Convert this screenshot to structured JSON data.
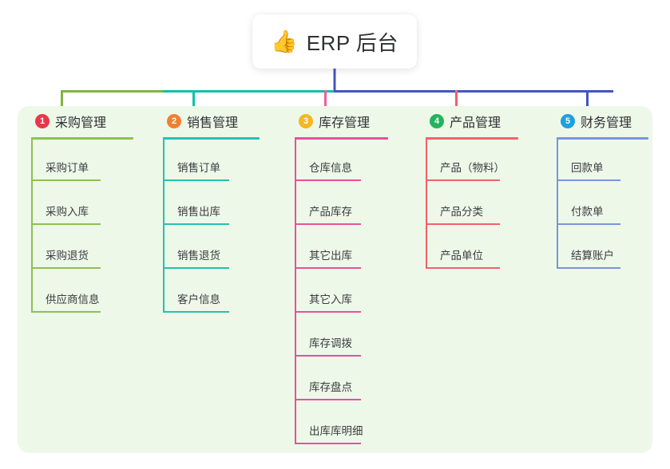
{
  "root": {
    "icon": "thumbs-up-icon",
    "emoji": "👍",
    "title": "ERP 后台"
  },
  "theme": {
    "page_background": "#ffffff",
    "panel_background": "#eef8e9",
    "card_background": "#ffffff",
    "text_color": "#2f3133",
    "root_connector_color": "#4254c5"
  },
  "connector_segments": [
    {
      "name": "segment-green",
      "color": "#7fb53f"
    },
    {
      "name": "segment-teal",
      "color": "#16bfab"
    },
    {
      "name": "segment-blue",
      "color": "#4254c5"
    }
  ],
  "columns": [
    {
      "index": "1",
      "title": "采购管理",
      "badge_color": "#e8374a",
      "line_color": "#8cc152",
      "drop_color": "#7fb53f",
      "items": [
        {
          "label": "采购订单"
        },
        {
          "label": "采购入库"
        },
        {
          "label": "采购退货"
        },
        {
          "label": "供应商信息"
        }
      ]
    },
    {
      "index": "2",
      "title": "销售管理",
      "badge_color": "#f08030",
      "line_color": "#22c3b0",
      "drop_color": "#16bfab",
      "items": [
        {
          "label": "销售订单"
        },
        {
          "label": "销售出库"
        },
        {
          "label": "销售退货"
        },
        {
          "label": "客户信息"
        }
      ]
    },
    {
      "index": "3",
      "title": "库存管理",
      "badge_color": "#f5b722",
      "line_color": "#e8509b",
      "drop_color": "#ec5f9e",
      "items": [
        {
          "label": "仓库信息"
        },
        {
          "label": "产品库存"
        },
        {
          "label": "其它出库"
        },
        {
          "label": "其它入库"
        },
        {
          "label": "库存调拨"
        },
        {
          "label": "库存盘点"
        },
        {
          "label": "出库库明细"
        }
      ]
    },
    {
      "index": "4",
      "title": "产品管理",
      "badge_color": "#24b35e",
      "line_color": "#f1616b",
      "drop_color": "#f1616b",
      "items": [
        {
          "label": "产品（物料）"
        },
        {
          "label": "产品分类"
        },
        {
          "label": "产品单位"
        }
      ]
    },
    {
      "index": "5",
      "title": "财务管理",
      "badge_color": "#1e9fe0",
      "line_color": "#7a95dd",
      "drop_color": "#4254c5",
      "items": [
        {
          "label": "回款单"
        },
        {
          "label": "付款单"
        },
        {
          "label": "结算账户"
        }
      ]
    }
  ]
}
